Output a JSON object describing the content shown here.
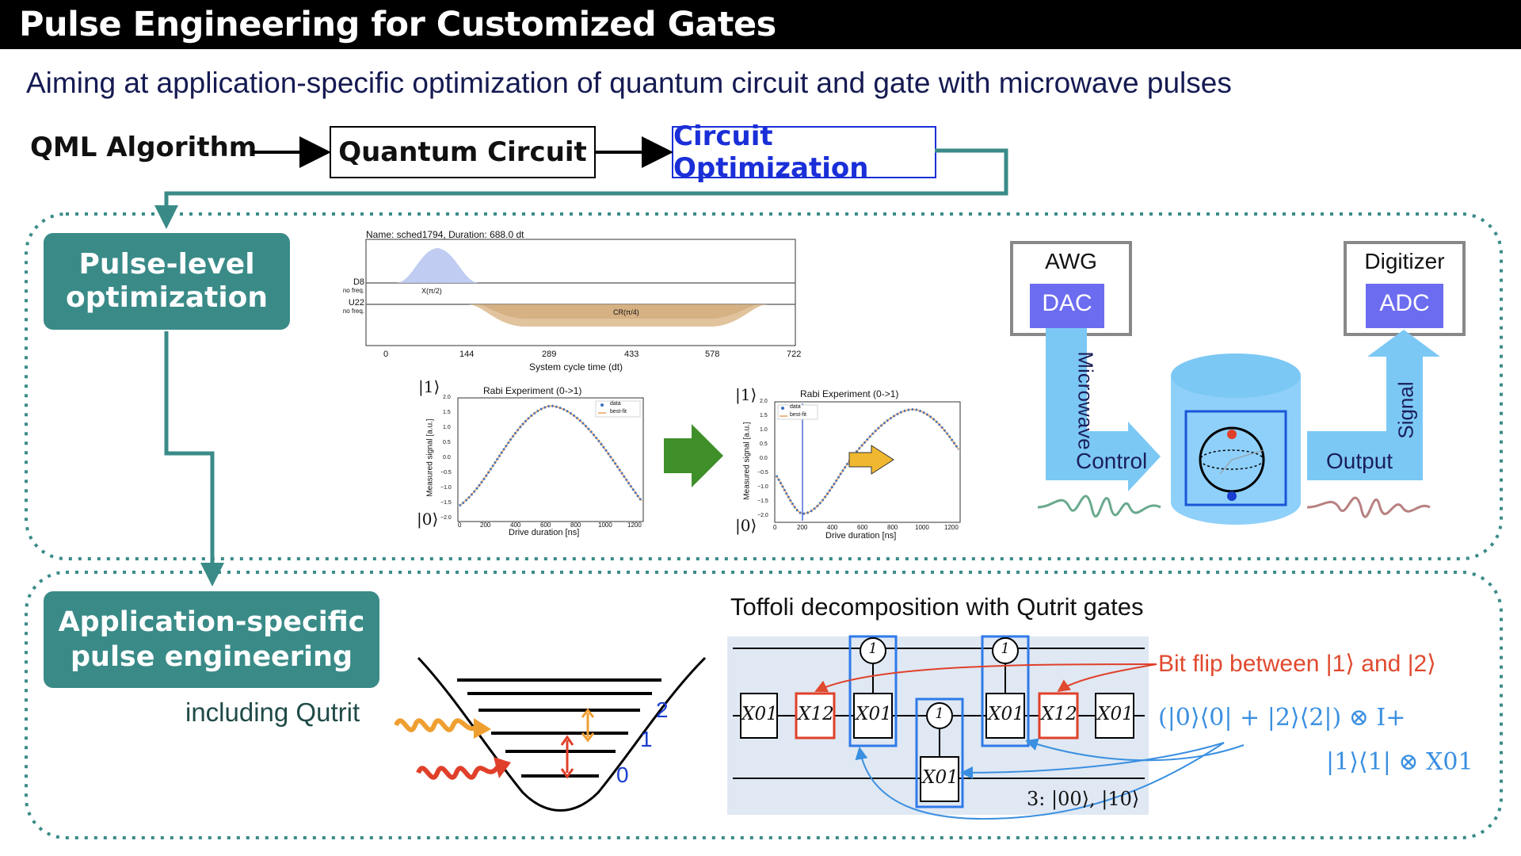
{
  "header": {
    "title": "Pulse Engineering for Customized Gates"
  },
  "subtitle": "Aiming at application-specific optimization of quantum circuit and gate with microwave pulses",
  "flow": {
    "step1": "QML Algorithm",
    "step2": "Quantum Circuit",
    "step3": "Circuit Optimization"
  },
  "pulse_level": {
    "label_line1": "Pulse-level",
    "label_line2": "optimization"
  },
  "schedule_plot": {
    "title": "Name: sched1794, Duration: 688.0 dt",
    "channels": [
      {
        "name": "D8",
        "sub": "no freq."
      },
      {
        "name": "U22",
        "sub": "no freq."
      }
    ],
    "pulses": [
      "X(π/2)",
      "CR(π/4)"
    ],
    "xticks": [
      "0",
      "144",
      "289",
      "433",
      "578",
      "722"
    ],
    "xlabel": "System cycle time (dt)"
  },
  "rabi_left": {
    "title": "Rabi Experiment (0->1)",
    "ylabel": "Measured signal [a.u.]",
    "xlabel": "Drive duration [ns]",
    "xticks": [
      "0",
      "200",
      "400",
      "600",
      "800",
      "1000",
      "1200"
    ],
    "yticks": [
      "2.0",
      "1.5",
      "1.0",
      "0.5",
      "0.0",
      "−0.5",
      "−1.0",
      "−1.5",
      "−2.0"
    ],
    "legend": [
      "data",
      "best-fit"
    ],
    "top_state": "|1⟩",
    "bottom_state": "|0⟩"
  },
  "rabi_right": {
    "title": "Rabi Experiment (0->1)",
    "ylabel": "Measured signal [a.u.]",
    "xlabel": "Drive duration [ns]",
    "xticks": [
      "0",
      "200",
      "400",
      "600",
      "800",
      "1000",
      "1200"
    ],
    "yticks": [
      "2.0",
      "1.5",
      "1.0",
      "0.5",
      "0.0",
      "−0.5",
      "−1.0",
      "−1.5",
      "−2.0"
    ],
    "legend": [
      "data",
      "best-fit"
    ],
    "top_state": "|1⟩",
    "bottom_state": "|0⟩"
  },
  "hardware": {
    "awg": "AWG",
    "dac": "DAC",
    "digitizer": "Digitizer",
    "adc": "ADC",
    "microwave": "Microwave",
    "control": "Control",
    "output": "Output",
    "signal": "Signal"
  },
  "app_specific": {
    "label_line1": "Application-specific",
    "label_line2": "pulse engineering",
    "note": "including Qutrit"
  },
  "energy_levels": {
    "levels": [
      "0",
      "1",
      "2"
    ]
  },
  "toffoli": {
    "title": "Toffoli decomposition with Qutrit gates",
    "gates": [
      "X01",
      "X12",
      "X01",
      "X01",
      "X01",
      "X12",
      "X01"
    ],
    "control_label": "1",
    "bottom_note": "3: |00⟩, |10⟩",
    "bitflip_note": "Bit flip between |1⟩ and |2⟩",
    "formula_line1": "(|0⟩⟨0| + |2⟩⟨2|) ⊗ I+",
    "formula_line2": "|1⟩⟨1| ⊗ X01"
  },
  "colors": {
    "teal": "#3a8b88",
    "dotted_border": "#3a8b88",
    "accent_blue": "#1a2fd8",
    "light_blue": "#7cc8f5",
    "dac_purple": "#6c6cf0",
    "red": "#e04a2f",
    "formula_blue": "#3a8fe0"
  }
}
